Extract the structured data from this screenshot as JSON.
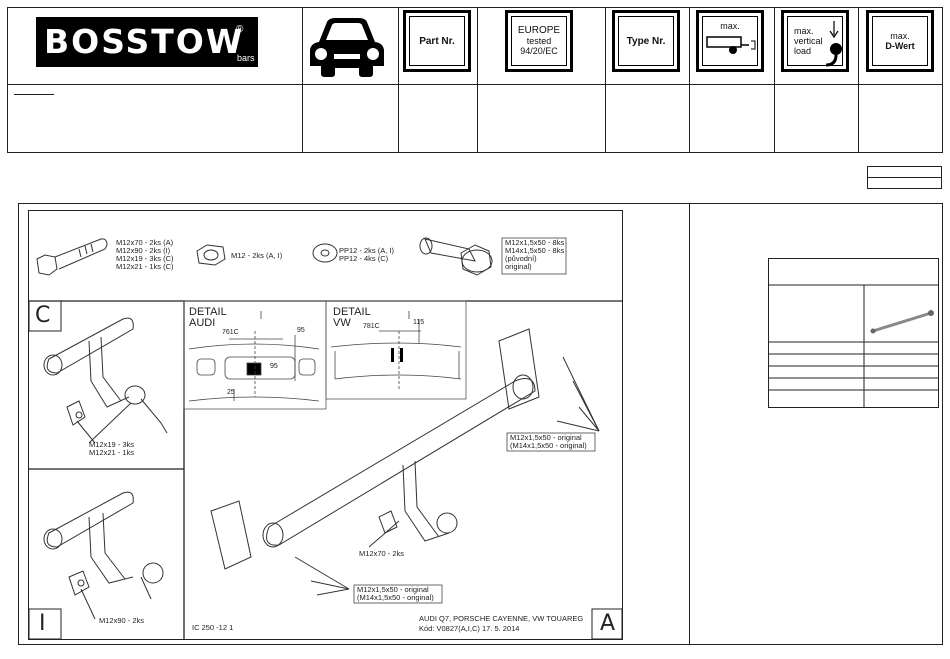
{
  "header": {
    "logo_text": "BOSSTOW",
    "logo_reg": "®",
    "logo_sub": "bars",
    "car_icon": "car-front-icon",
    "part_nr_label": "Part Nr.",
    "europe_line1": "EUROPE",
    "europe_line2": "tested",
    "europe_line3": "94/20/EC",
    "type_nr_label": "Type Nr.",
    "max_trailer_label": "max.",
    "max_trailer_icon": "trailer-icon",
    "max_vertical_line1": "max.",
    "max_vertical_line2": "vertical",
    "max_vertical_line3": "load",
    "max_vertical_icon": "towball-down-arrow-icon",
    "dwert_line1": "max.",
    "dwert_line2": "D-Wert"
  },
  "drawing": {
    "parts_list_1": [
      "M12x70 - 2ks (A)",
      "M12x90 - 2ks (I)",
      "M12x19 - 3ks (C)",
      "M12x21 - 1ks (C)"
    ],
    "nut_label": "M12 - 2ks (A, I)",
    "washer_list": [
      "PP12 - 2ks (A, I)",
      "PP12 - 4ks (C)"
    ],
    "bolt_list_boxed": [
      "M12x1,5x50 - 8ks",
      "M14x1,5x50 - 8ks",
      "(původní)",
      "original)"
    ],
    "panel_c_letter": "C",
    "panel_c_labels": [
      "M12x19 - 3ks",
      "M12x21 - 1ks"
    ],
    "panel_i_letter": "I",
    "panel_i_label": "M12x90 - 2ks",
    "panel_a_letter": "A",
    "detail_audi_line1": "DETAIL",
    "detail_audi_line2": "AUDI",
    "detail_audi_dim1": "761C",
    "detail_audi_dim2": "95",
    "detail_audi_dim3": "95",
    "detail_audi_dim4": "25",
    "detail_vw_line1": "DETAIL",
    "detail_vw_line2": "VW",
    "detail_vw_dim1": "781C",
    "detail_vw_dim2": "115",
    "right_bolts": [
      "M12x1,5x50 - original",
      "(M14x1,5x50 - original)"
    ],
    "center_label": "M12x70 - 2ks",
    "lower_bolts": [
      "M12x1,5x50 - original",
      "(M14x1,5x50 - original)"
    ],
    "ic_code": "IC 250 -12 1",
    "vehicles": "AUDI Q7, PORSCHE CAYENNE, VW TOUAREG",
    "code_line": "Kód: V0827(A,I,C)  17. 5. 2014"
  },
  "side": {
    "torque_icon": "torque-wrench-icon"
  }
}
